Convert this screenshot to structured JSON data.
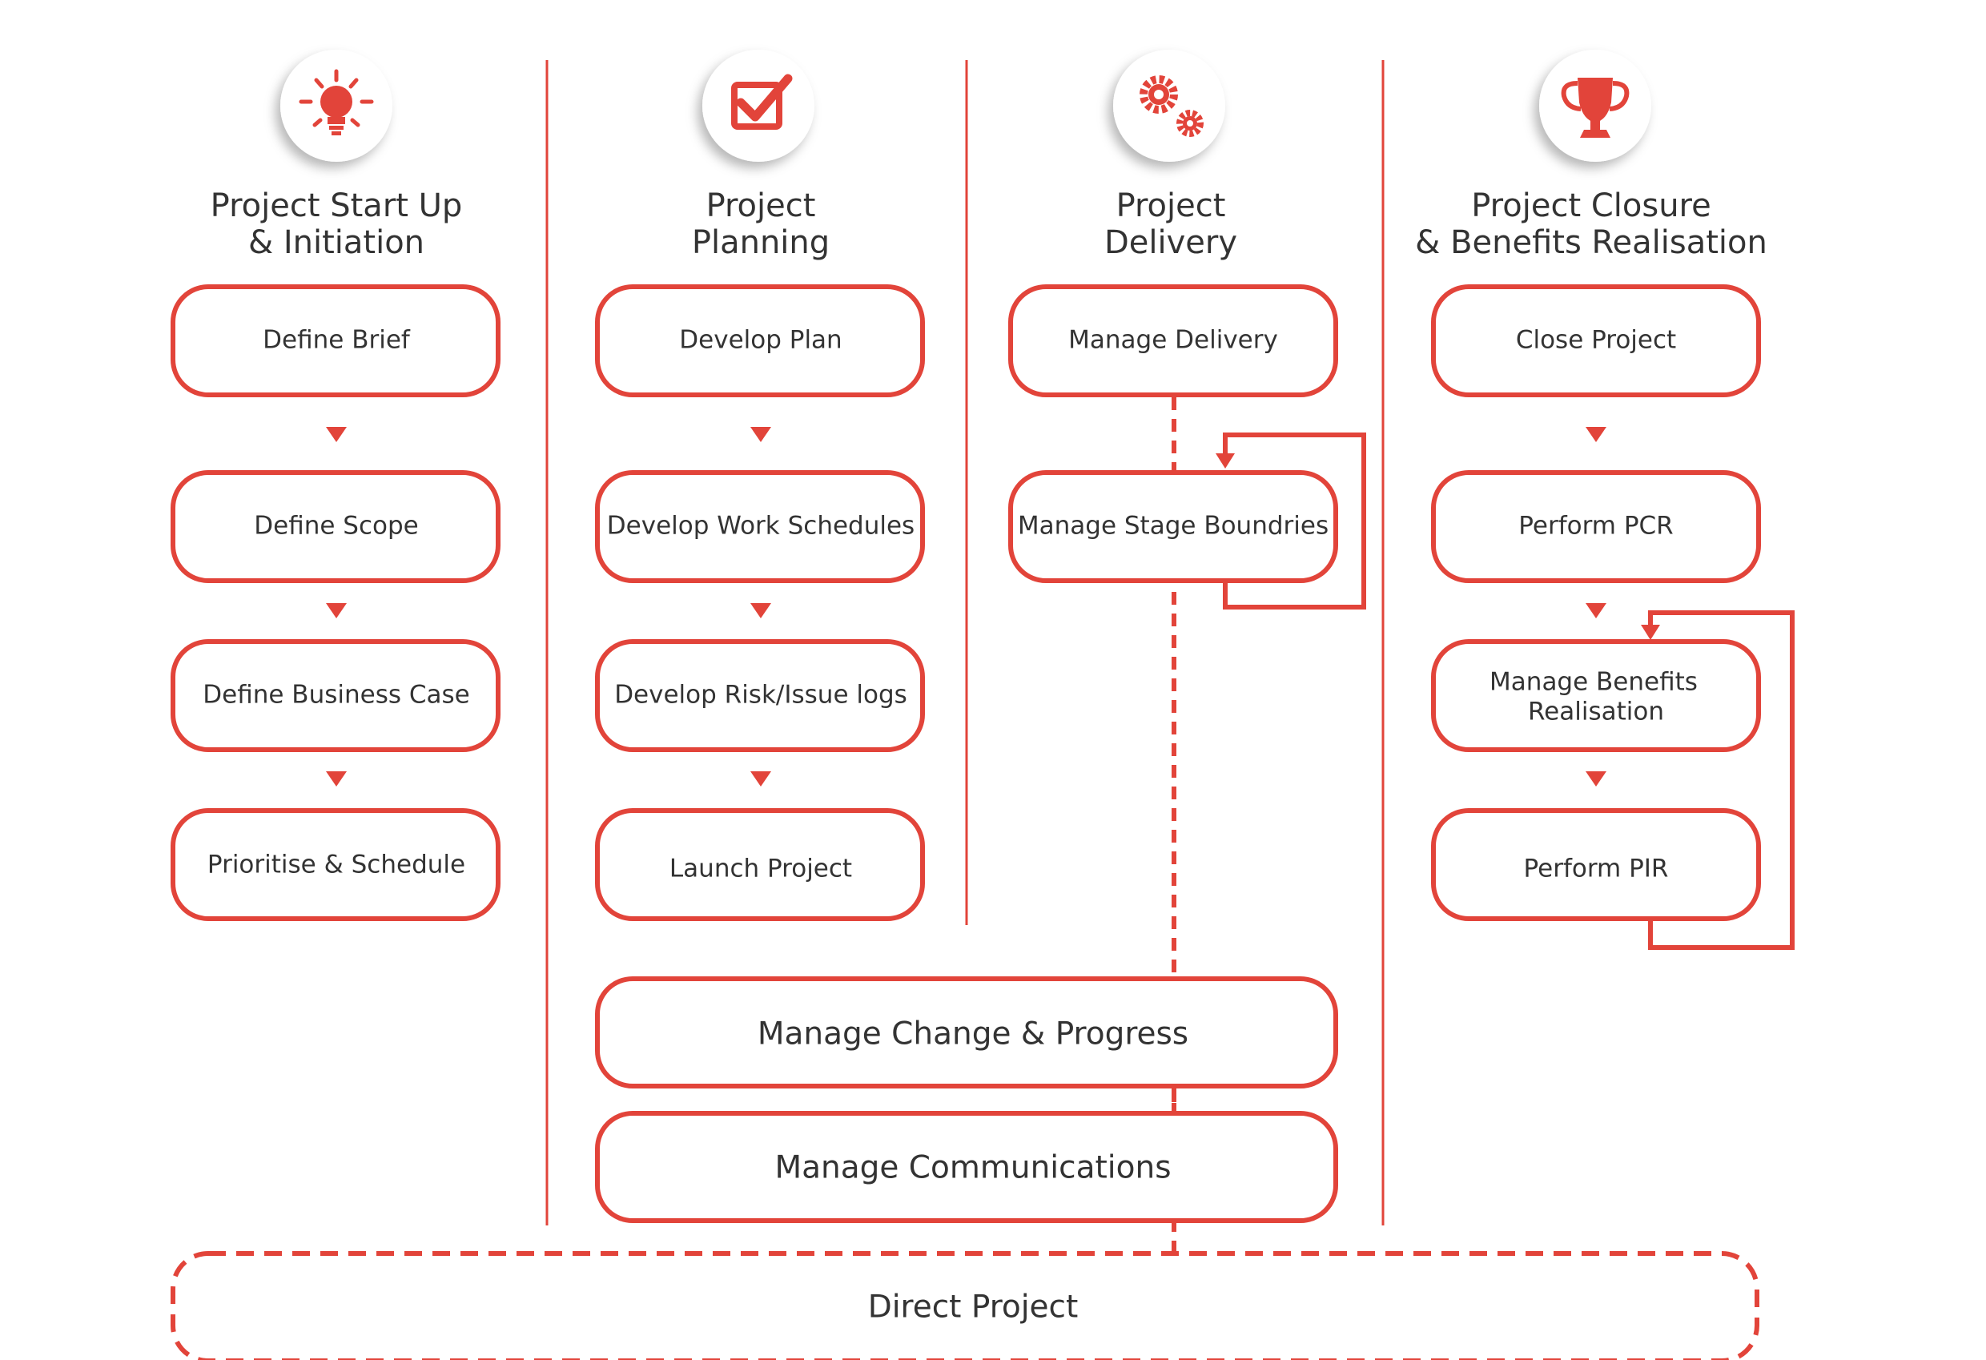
{
  "colors": {
    "accent": "#e2443a",
    "text": "#333333",
    "background": "#ffffff"
  },
  "phases": [
    {
      "icon": "lightbulb-icon",
      "title_line1": "Project Start Up",
      "title_line2": "& Initiation",
      "steps": [
        "Define Brief",
        "Define Scope",
        "Define Business Case",
        "Prioritise & Schedule"
      ]
    },
    {
      "icon": "checkbox-icon",
      "title_line1": "Project",
      "title_line2": "Planning",
      "steps": [
        "Develop Plan",
        "Develop Work Schedules",
        "Develop Risk/Issue logs",
        "Launch Project"
      ]
    },
    {
      "icon": "gears-icon",
      "title_line1": "Project",
      "title_line2": "Delivery",
      "steps": [
        "Manage Delivery",
        "Manage Stage Boundries"
      ]
    },
    {
      "icon": "trophy-icon",
      "title_line1": "Project Closure",
      "title_line2": "& Benefits Realisation",
      "steps": [
        "Close Project",
        "Perform PCR",
        "Manage Benefits",
        "Realisation",
        "Perform PIR"
      ]
    }
  ],
  "shared": {
    "change": "Manage Change & Progress",
    "communications": "Manage Communications",
    "direct": "Direct Project"
  }
}
